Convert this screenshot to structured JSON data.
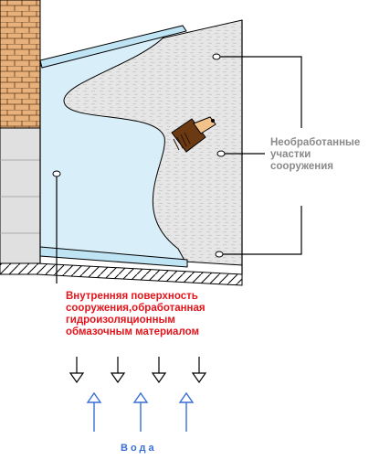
{
  "labels": {
    "untreated": [
      "Необработанные",
      "участки",
      "сооружения"
    ],
    "treated": [
      "Внутренняя поверхность",
      "сооружения,обработанная",
      "гидроизоляционным",
      "обмазочным материалом"
    ],
    "water": "Вода"
  },
  "colors": {
    "waterproof_coating": "#d8eef8",
    "waterproof_strip": "#bfe4f4",
    "concrete": "#e4e4e4",
    "wall_edge": "#cfcfcf",
    "brick": "#e8b07a",
    "label_gray": "#8a8a8a",
    "label_red": "#e4141b",
    "label_blue": "#3a6fd8",
    "arrow_up": "#3a6fd8",
    "arrow_down": "#000000"
  },
  "icons": [
    "brush-icon",
    "brick-wall",
    "soil-hatching"
  ]
}
